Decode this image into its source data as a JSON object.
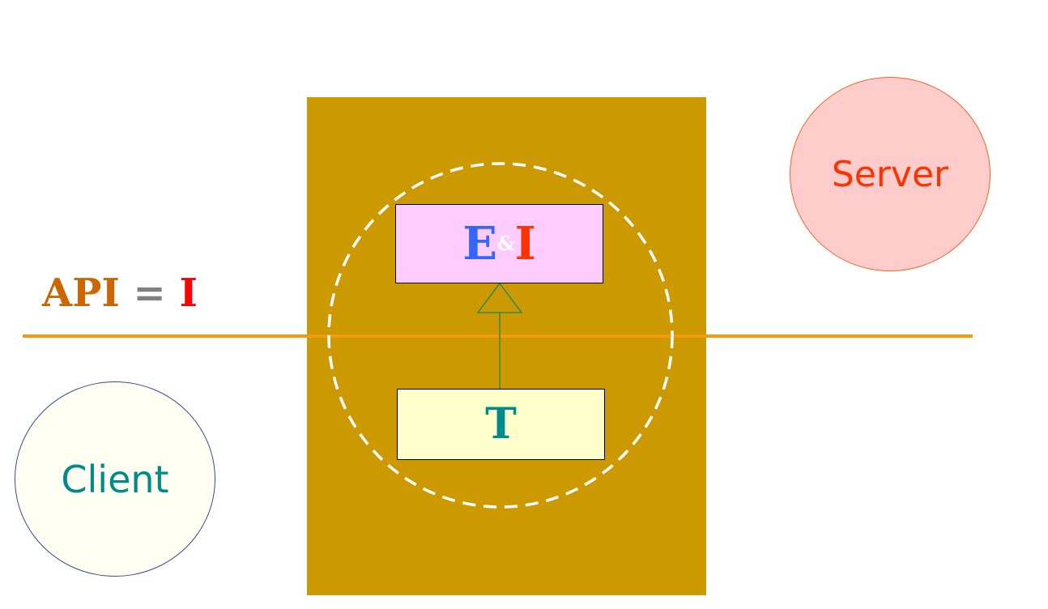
{
  "api_label": {
    "api": "API",
    "equals": "=",
    "i": "I"
  },
  "ei_box": {
    "e": "E",
    "amp": "&",
    "i": "I"
  },
  "t_box": {
    "t": "T"
  },
  "server": {
    "label": "Server"
  },
  "client": {
    "label": "Client"
  },
  "colors": {
    "panel": "#CC9900",
    "divider": "#F29B0F",
    "api_text": "#CC6600",
    "equals_text": "#808080",
    "i_text": "#FF0000",
    "e_text": "#3366FF",
    "ei_i_text": "#FF3300",
    "t_text": "#008B8B",
    "server_text": "#FF3300",
    "client_text": "#008B8B",
    "arrow": "#2E8B57"
  }
}
